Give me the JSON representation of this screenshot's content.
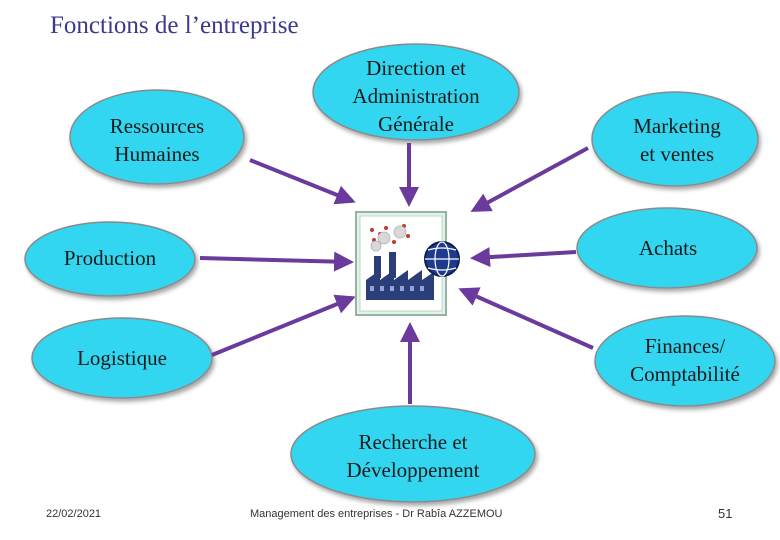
{
  "title": "Fonctions de l’entreprise",
  "nodes": {
    "rh": [
      "Ressources",
      "Humaines"
    ],
    "direction": [
      "Direction et",
      "Administration",
      "Générale"
    ],
    "marketing": [
      "Marketing",
      "et ventes"
    ],
    "production": [
      "Production"
    ],
    "achats": [
      "Achats"
    ],
    "logistique": [
      "Logistique"
    ],
    "finances": [
      "Finances/",
      "Comptabilité"
    ],
    "recherche": [
      "Recherche et",
      "Développement"
    ]
  },
  "footer": {
    "date": "22/02/2021",
    "center": "Management des entreprises - Dr Rabîa AZZEMOU",
    "page": "51"
  },
  "colors": {
    "node_fill": "#33d6f0",
    "node_stroke": "#8a8a8a",
    "arrow": "#6a3a9c",
    "title": "#3a3a8c"
  },
  "icons": [
    "factory-icon",
    "globe-icon"
  ]
}
